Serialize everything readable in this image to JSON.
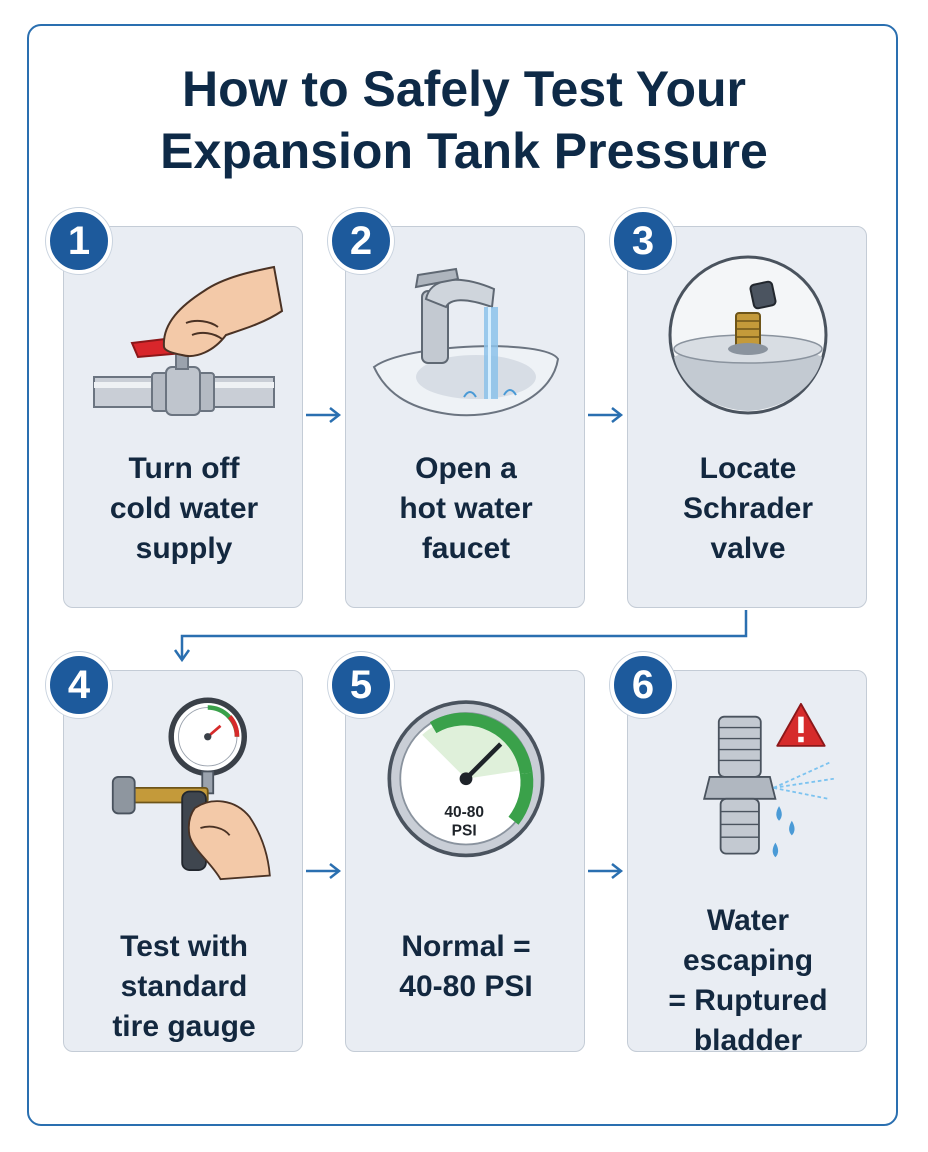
{
  "title": {
    "line1": "How to Safely Test Your",
    "line2": "Expansion Tank Pressure"
  },
  "steps": [
    {
      "number": "1",
      "caption_lines": [
        "Turn off",
        "cold water",
        "supply"
      ],
      "icon": "shutoff-valve-hand-icon"
    },
    {
      "number": "2",
      "caption_lines": [
        "Open a",
        "hot water",
        "faucet"
      ],
      "icon": "faucet-icon"
    },
    {
      "number": "3",
      "caption_lines": [
        "Locate",
        "Schrader",
        "valve"
      ],
      "icon": "schrader-valve-icon"
    },
    {
      "number": "4",
      "caption_lines": [
        "Test with",
        "standard",
        "tire gauge"
      ],
      "icon": "tire-gauge-icon"
    },
    {
      "number": "5",
      "caption_lines": [
        "Normal =",
        "40-80 PSI"
      ],
      "icon": "pressure-gauge-icon",
      "gauge_label": [
        "40-80",
        "PSI"
      ]
    },
    {
      "number": "6",
      "caption_lines": [
        "Water",
        "escaping",
        "= Ruptured",
        "bladder"
      ],
      "icon": "leaking-valve-icon"
    }
  ],
  "colors": {
    "accent": "#1d5a9c",
    "title": "#0e2a47",
    "card": "#e9edf3",
    "arrow": "#2a6fb0",
    "warning": "#d62b2b",
    "gauge_green": "#3aa14a"
  }
}
